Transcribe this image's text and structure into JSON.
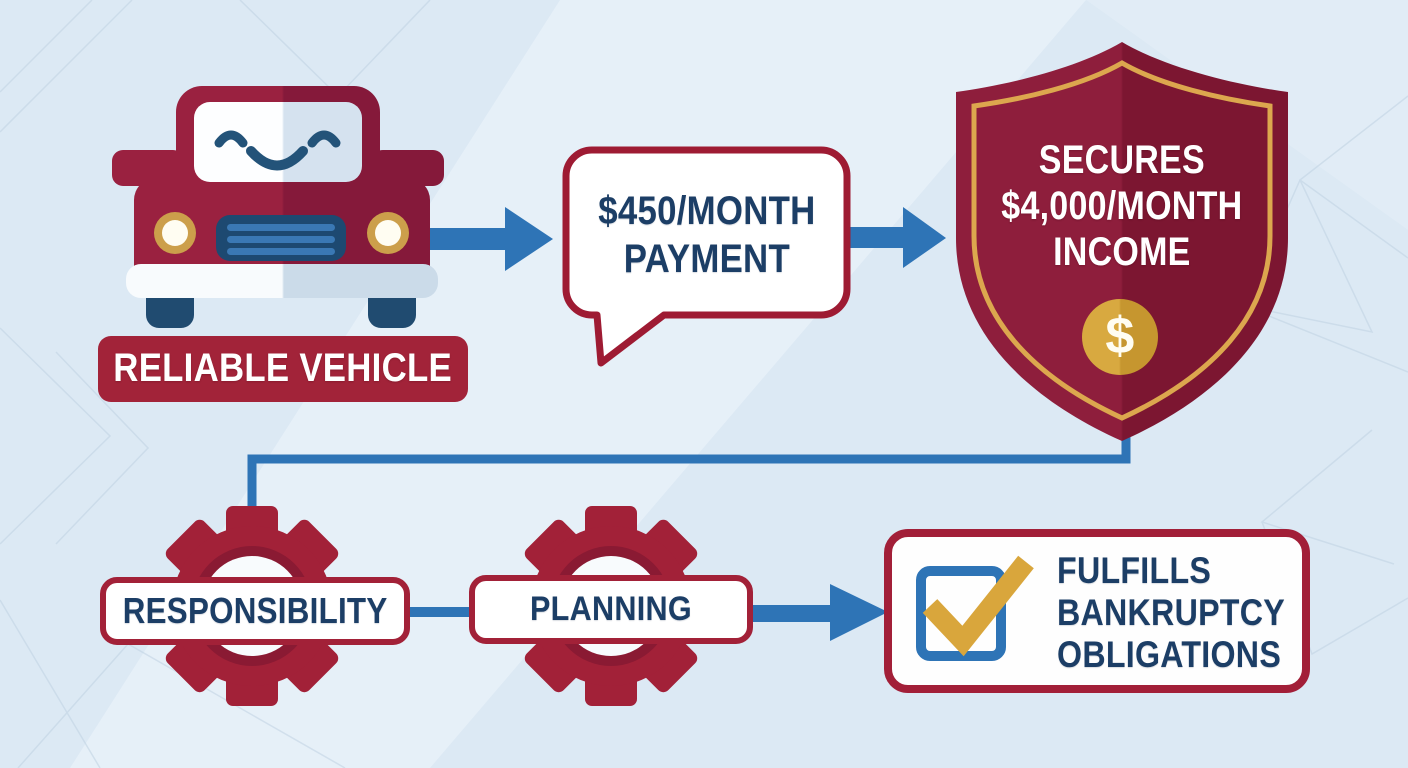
{
  "flow": {
    "vehicle": {
      "label": "RELIABLE VEHICLE"
    },
    "payment": {
      "lines": [
        "$450/MONTH",
        "PAYMENT"
      ]
    },
    "income": {
      "lines": [
        "SECURES",
        "$4,000/MONTH",
        "INCOME"
      ],
      "coin_symbol": "$"
    },
    "responsibility": {
      "label": "RESPONSIBILITY"
    },
    "planning": {
      "label": "PLANNING"
    },
    "outcome": {
      "lines": [
        "FULFILLS",
        "BANKRUPTCY",
        "OBLIGATIONS"
      ]
    }
  },
  "icons": {
    "car": "car-icon",
    "speech_bubble": "speech-bubble-icon",
    "shield": "shield-icon",
    "dollar_coin": "dollar-coin-icon",
    "gear": "gear-icon",
    "checkbox": "checkbox-check-icon",
    "arrow": "arrow-right-icon"
  },
  "colors": {
    "background": "#DCE9F4",
    "maroon_dark": "#7C1631",
    "maroon_light": "#8E1E3C",
    "crimson_banner": "#A22339",
    "gear_red": "#A22138",
    "border_red": "#9E1B33",
    "arrow_blue": "#2E74B6",
    "navy_text": "#1C3E66",
    "gold": "#D9A63C",
    "shield_gold_border": "#DCA74E",
    "white": "#FFFFFF"
  }
}
